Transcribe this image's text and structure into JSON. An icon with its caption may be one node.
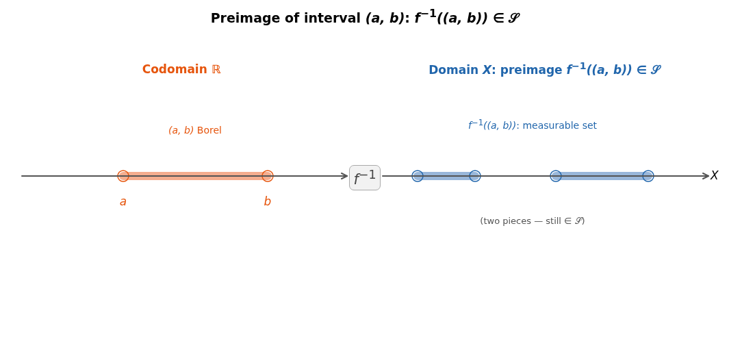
{
  "diagram": {
    "title": "Preimage of interval *(a, b)*: *f*$^{−1}$*((a, b))* ∈ 𝒮",
    "nodes": [
      {
        "text": [
          "*f*$^{−1}$"
        ]
      },
      {
        "text": [
          "X"
        ]
      }
    ],
    "edges": [
      {
        "from": null,
        "to": 0,
        "arrow": "to"
      },
      {
        "from": 0,
        "to": 1,
        "arrow": "to"
      }
    ],
    "labels": [
      "Codomain ℝ",
      "Domain *X*: preimage *f*$^{−1}$*((a, b))* ∈ 𝒮",
      "*(a, b)* Borel",
      "*f*$^{−1}$*((a, b))*: measurable set",
      "a",
      "b",
      "(two pieces — still ∈ 𝒮)"
    ]
  }
}
